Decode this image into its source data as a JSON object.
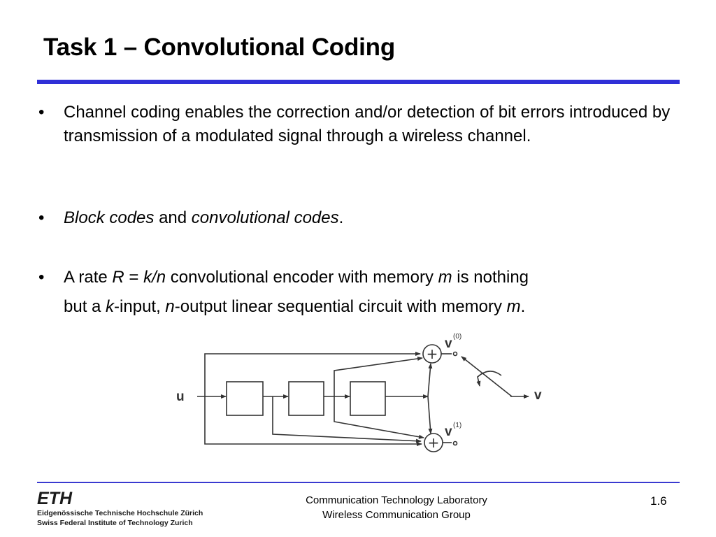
{
  "title": "Task 1 – Convolutional Coding",
  "bullet_symbol": "•",
  "bullets": [
    {
      "text": "Channel coding enables the correction and/or detection of bit errors introduced by transmission of a modulated signal through a wireless channel."
    },
    {
      "part1": "Block codes",
      "part2": " and ",
      "part3": "convolutional codes",
      "part4": "."
    },
    {
      "l1_a": "A rate ",
      "l1_b": "R",
      "l1_c": " = ",
      "l1_d": "k/n",
      "l1_e": " convolutional encoder with memory ",
      "l1_f": "m",
      "l1_g": " is nothing",
      "l2_a": "but a ",
      "l2_b": "k",
      "l2_c": "-input, ",
      "l2_d": "n",
      "l2_e": "-output linear sequential circuit with memory ",
      "l2_f": "m",
      "l2_g": "."
    }
  ],
  "diagram": {
    "input_label": "u",
    "output_label": "v",
    "output0_base": "v",
    "output0_sup": "(0)",
    "output1_base": "v",
    "output1_sup": "(1)",
    "adder_symbol": "+"
  },
  "footer": {
    "logo_text": "ETH",
    "institution_line1": "Eidgenössische Technische Hochschule Zürich",
    "institution_line2": "Swiss Federal Institute of Technology Zurich",
    "lab_line1": "Communication Technology Laboratory",
    "lab_line2": "Wireless Communication Group",
    "slide_number": "1.6"
  },
  "colors": {
    "accent_rule": "#2f2fd7",
    "text": "#000000",
    "diagram_line": "#333333"
  }
}
